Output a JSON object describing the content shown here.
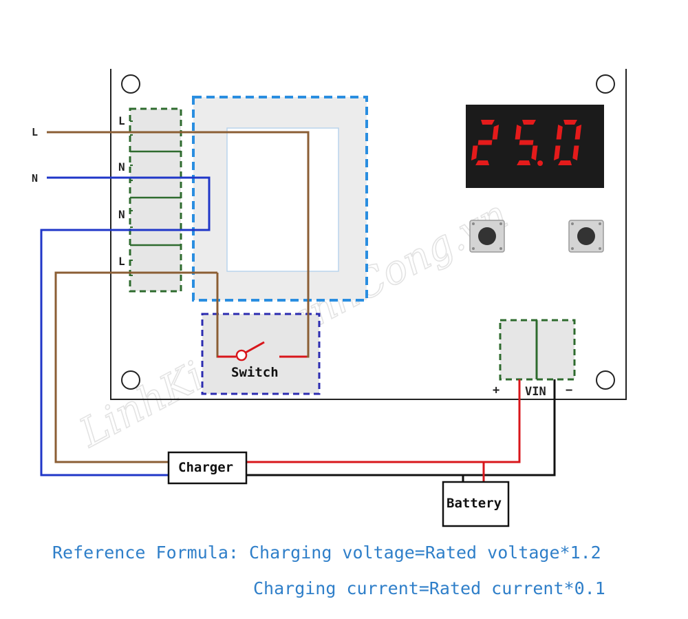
{
  "terminals": {
    "left_labels": [
      "L",
      "N",
      "N",
      "L"
    ],
    "line_labels": [
      "L",
      "N"
    ]
  },
  "display": {
    "reading": "25.0",
    "color": "#e41b1b"
  },
  "switch": {
    "label": "Switch"
  },
  "dc_terminal": {
    "label": "VIN",
    "plus": "+",
    "minus": "−"
  },
  "charger": {
    "label": "Charger"
  },
  "battery": {
    "label": "Battery"
  },
  "formula": {
    "line1": "Reference Formula: Charging voltage=Rated voltage*1.2",
    "line2": "Charging current=Rated current*0.1"
  },
  "watermark": {
    "text": "LinhKienThanhCong.vn"
  },
  "colors": {
    "wire_live": "#8b5e34",
    "wire_neutral": "#1f36c8",
    "wire_positive": "#d8161b",
    "wire_negative": "#111111",
    "terminal_box": "#2e6b2e",
    "transformer_box": "#2a8ee0",
    "switch_box": "#2b2bb0",
    "formula_text": "#2f7fc9"
  }
}
